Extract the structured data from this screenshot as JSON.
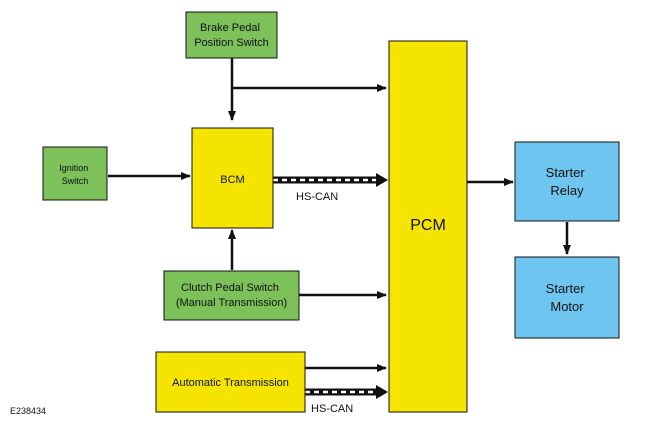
{
  "nodes": {
    "brake": {
      "lines": [
        "Brake Pedal",
        "Position Switch"
      ],
      "color": "#7dc15a"
    },
    "ignition": {
      "lines": [
        "Ignition",
        "Switch"
      ],
      "color": "#7dc15a"
    },
    "bcm": {
      "lines": [
        "BCM"
      ],
      "color": "#f5e400"
    },
    "clutch": {
      "lines": [
        "Clutch Pedal Switch",
        "(Manual Transmission)"
      ],
      "color": "#7dc15a"
    },
    "auto": {
      "lines": [
        "Automatic Transmission"
      ],
      "color": "#f5e400"
    },
    "pcm": {
      "lines": [
        "PCM"
      ],
      "color": "#f5e400"
    },
    "relay": {
      "lines": [
        "Starter",
        "Relay"
      ],
      "color": "#6ec6f0"
    },
    "motor": {
      "lines": [
        "Starter",
        "Motor"
      ],
      "color": "#6ec6f0"
    }
  },
  "labels": {
    "hs_can_top": "HS-CAN",
    "hs_can_bottom": "HS-CAN",
    "figure_id": "E238434"
  }
}
